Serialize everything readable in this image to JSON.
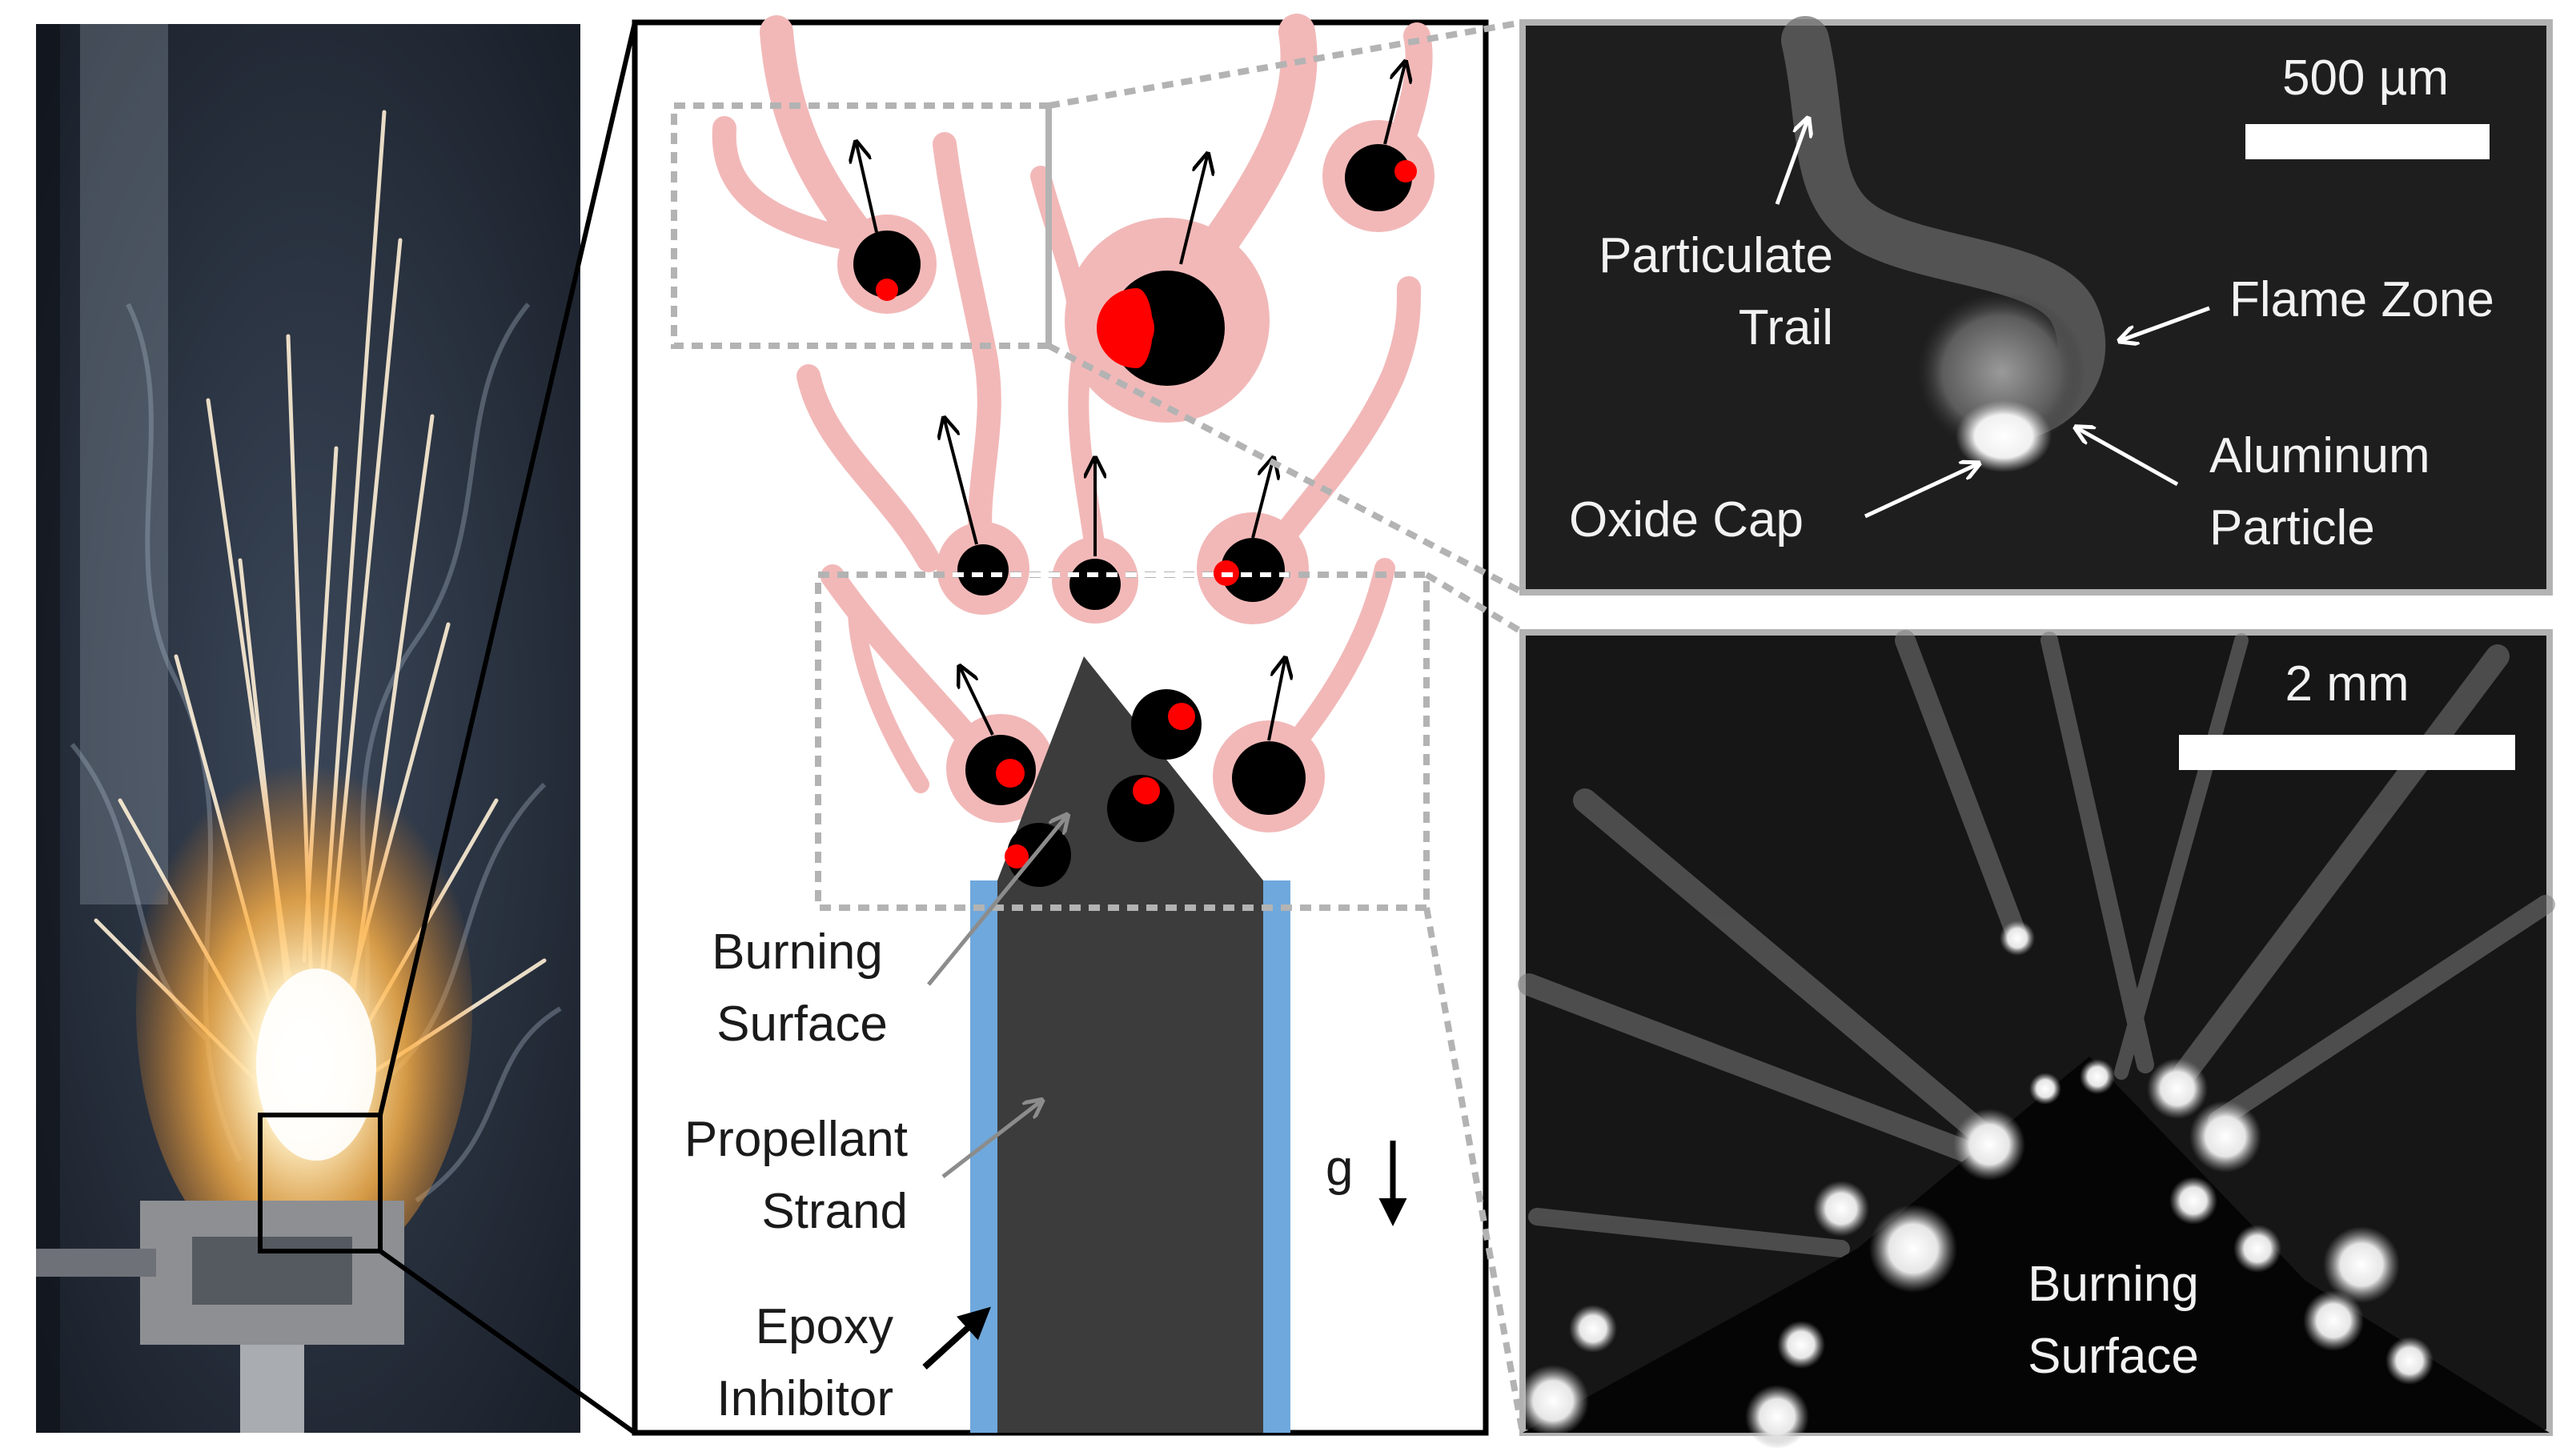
{
  "center_panel": {
    "labels": {
      "burning_surface": [
        "Burning",
        "Surface"
      ],
      "propellant_strand": [
        "Propellant",
        "Strand"
      ],
      "epoxy_inhibitor": [
        "Epoxy",
        "Inhibitor"
      ],
      "gravity": "g"
    }
  },
  "top_right_panel": {
    "scale_bar": "500 µm",
    "labels": {
      "particulate_trail": [
        "Particulate",
        "Trail"
      ],
      "flame_zone": "Flame Zone",
      "aluminum_particle": [
        "Aluminum",
        "Particle"
      ],
      "oxide_cap": "Oxide Cap"
    }
  },
  "bottom_right_panel": {
    "scale_bar": "2 mm",
    "labels": {
      "burning_surface": [
        "Burning",
        "Surface"
      ]
    }
  },
  "colors": {
    "propellant": "#3c3c3c",
    "inhibitor": "#6fa8dc",
    "flame_trail": "#f2b8b8",
    "oxide_cap": "#ff0000",
    "particle": "#000000"
  }
}
